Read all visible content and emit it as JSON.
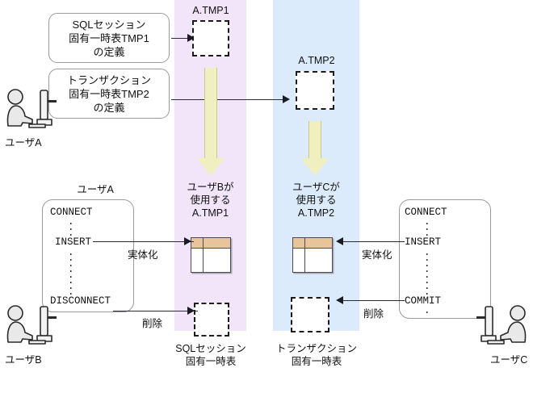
{
  "diagram": {
    "bands": [
      {
        "id": "session-band",
        "label_line1": "SQLセッション",
        "label_line2": "固有一時表",
        "color": "#f2e4f9"
      },
      {
        "id": "transaction-band",
        "label_line1": "トランザクション",
        "label_line2": "固有一時表",
        "color": "#dbebfb"
      }
    ],
    "callouts": [
      {
        "id": "define-tmp1",
        "line1": "SQLセッション",
        "line2": "固有一時表TMP1",
        "line3": "の定義"
      },
      {
        "id": "define-tmp2",
        "line1": "トランザクション",
        "line2": "固有一時表TMP2",
        "line3": "の定義"
      }
    ],
    "temp_tables": {
      "tmp1_label": "A.TMP1",
      "tmp2_label": "A.TMP2"
    },
    "using_labels": [
      {
        "id": "user-b-using",
        "line1": "ユーザBが",
        "line2": "使用する",
        "line3": "A.TMP1"
      },
      {
        "id": "user-c-using",
        "line1": "ユーザCが",
        "line2": "使用する",
        "line3": "A.TMP2"
      }
    ],
    "actors": [
      {
        "id": "user-a-top",
        "label": "ユーザA"
      },
      {
        "id": "user-a-code-owner",
        "label": "ユーザA"
      },
      {
        "id": "user-b",
        "label": "ユーザB"
      },
      {
        "id": "user-c",
        "label": "ユーザC"
      }
    ],
    "code_panels": [
      {
        "id": "left-session-code",
        "owner_label": "ユーザA",
        "lines": [
          "CONNECT",
          "INSERT",
          "DISCONNECT"
        ]
      },
      {
        "id": "right-transaction-code",
        "lines": [
          "CONNECT",
          "INSERT",
          "COMMIT"
        ]
      }
    ],
    "edge_labels": {
      "materialize": "実体化",
      "delete": "削除"
    },
    "colors": {
      "session_band": "#f2e4f9",
      "transaction_band": "#dbebfb",
      "flow_arrow": "#efefc0",
      "table_header": "#e8c49a",
      "line": "#2a2a35"
    }
  }
}
